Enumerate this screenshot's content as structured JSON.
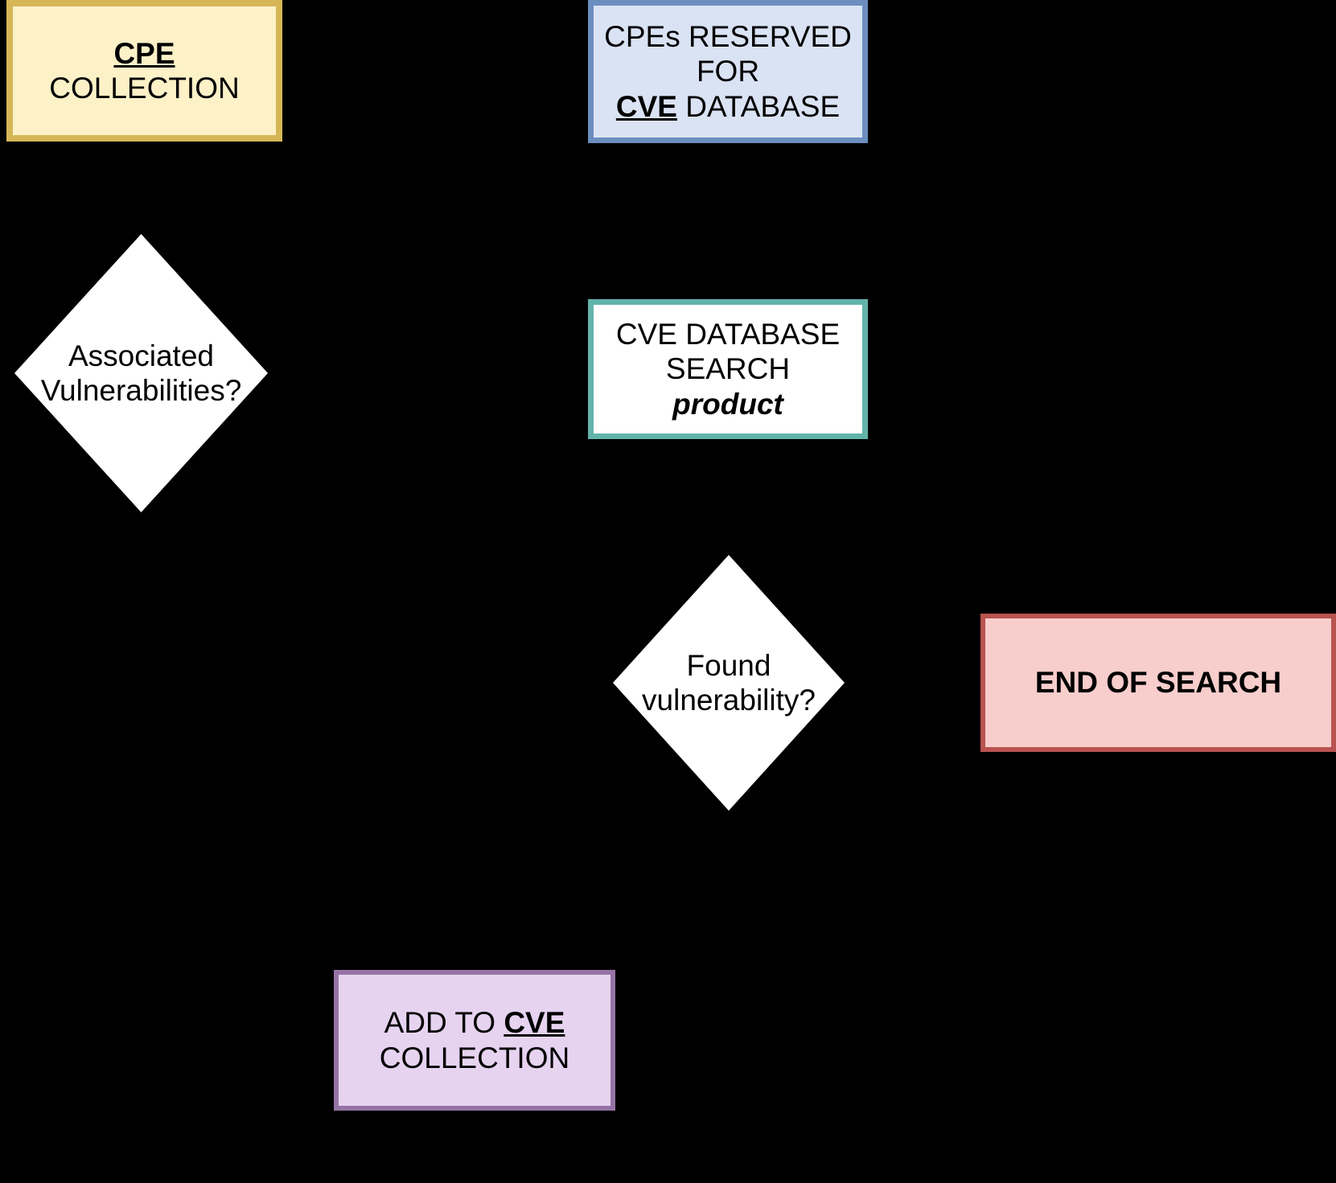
{
  "diagram": {
    "title": "CPE / CVE vulnerability search flowchart",
    "background_color": "#000000",
    "nodes": [
      {
        "id": "cpe_collection",
        "kind": "process",
        "text": "CPE COLLECTION",
        "emphasis": "CPE",
        "fill": "#fdf1c8",
        "stroke": "#d6b656"
      },
      {
        "id": "cpes_reserved",
        "kind": "process",
        "text": "CPEs RESERVED FOR CVE DATABASE",
        "line1": "CPEs RESERVED",
        "line2": "FOR",
        "line3_emphasis": "CVE",
        "line3_rest": " DATABASE",
        "fill": "#dae3f4",
        "stroke": "#6c8ebf"
      },
      {
        "id": "cve_db_search",
        "kind": "process",
        "line1": "CVE DATABASE",
        "line2": "SEARCH",
        "line3_emphasis": "product",
        "fill": "#ffffff",
        "stroke": "#62b4ab"
      },
      {
        "id": "assoc_vuln",
        "kind": "decision",
        "line1": "Associated",
        "line2": "Vulnerabilities?",
        "fill": "#ffffff",
        "stroke": "none"
      },
      {
        "id": "found_vuln",
        "kind": "decision",
        "line1": "Found",
        "line2": "vulnerability?",
        "fill": "#ffffff",
        "stroke": "none"
      },
      {
        "id": "end_of_search",
        "kind": "terminator",
        "text": "END OF SEARCH",
        "fill": "#f8cecc",
        "stroke": "#b85450"
      },
      {
        "id": "add_to_cve",
        "kind": "process",
        "line1_prefix": "ADD TO ",
        "line1_emphasis": "CVE",
        "line2": "COLLECTION",
        "fill": "#e6d3f0",
        "stroke": "#9673a6"
      }
    ]
  }
}
